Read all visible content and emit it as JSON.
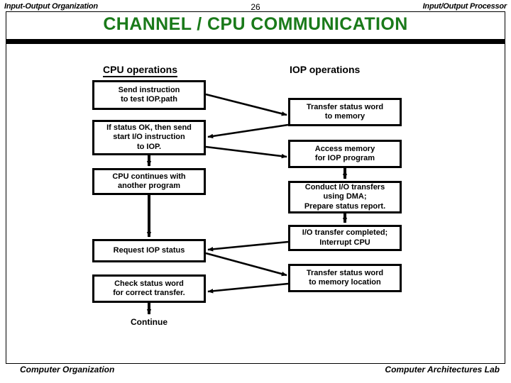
{
  "header": {
    "left_label": "Input-Output Organization",
    "page_number": "26",
    "right_label": "Input/Output Processor"
  },
  "title": "CHANNEL / CPU  COMMUNICATION",
  "columns": {
    "cpu_heading": "CPU operations",
    "iop_heading": "IOP operations"
  },
  "cpu_steps": [
    {
      "text": "Send instruction\nto test IOP.path"
    },
    {
      "text": "If status OK, then send\nstart I/O instruction\nto IOP."
    },
    {
      "text": "CPU continues with\nanother program"
    },
    {
      "text": "Request IOP status"
    },
    {
      "text": "Check status word\nfor correct transfer."
    }
  ],
  "iop_steps": [
    {
      "text": "Transfer status word\nto memory"
    },
    {
      "text": "Access memory\nfor IOP program"
    },
    {
      "text": "Conduct I/O transfers\nusing DMA;\nPrepare status report."
    },
    {
      "text": "I/O transfer completed;\nInterrupt CPU"
    },
    {
      "text": "Transfer status word\nto memory location"
    }
  ],
  "continue_label": "Continue",
  "footer": {
    "left_label": "Computer Organization",
    "right_label": "Computer Architectures Lab"
  },
  "colors": {
    "title_green": "#1a7a1a",
    "ink": "#000000",
    "background": "#ffffff"
  }
}
